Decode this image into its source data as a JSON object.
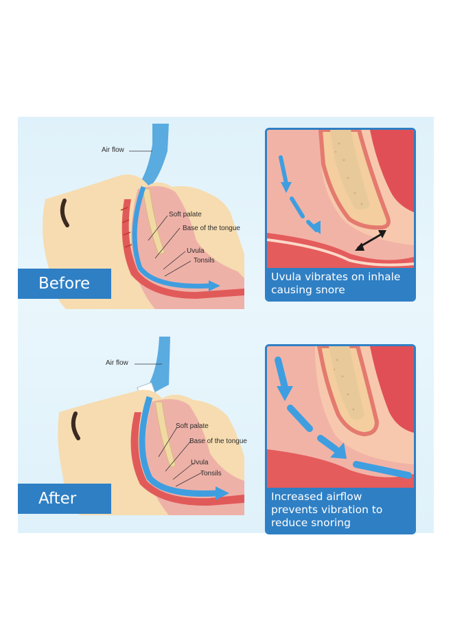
{
  "before": {
    "tag": "Before",
    "labels": {
      "air_flow": "Air flow",
      "soft_palate": "Soft palate",
      "base_tongue": "Base of the tongue",
      "uvula": "Uvula",
      "tonsils": "Tonsils"
    },
    "caption": "Uvula vibrates on inhale causing snore"
  },
  "after": {
    "tag": "After",
    "labels": {
      "air_flow": "Air flow",
      "soft_palate": "Soft palate",
      "base_tongue": "Base of the tongue",
      "uvula": "Uvula",
      "tonsils": "Tonsils"
    },
    "caption": "Increased airflow prevents vibration to reduce snoring"
  },
  "colors": {
    "accent": "#2f7fc4",
    "skin": "#f6dcb0",
    "tissue": "#e9a3a0",
    "airflow": "#3f9ee0",
    "background": "#dff1fa"
  }
}
